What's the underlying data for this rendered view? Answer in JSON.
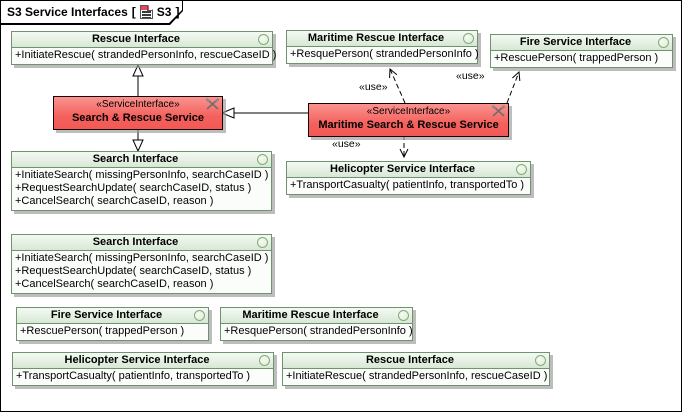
{
  "frame": {
    "title": "S3 Service Interfaces",
    "bracket_open": "[",
    "diagram_ref": "S3",
    "bracket_close": "]"
  },
  "services": [
    {
      "stereotype": "«ServiceInterface»",
      "name": "Search & Rescue Service"
    },
    {
      "stereotype": "«ServiceInterface»",
      "name": "Maritime Search & Rescue Service"
    }
  ],
  "interfaces": [
    {
      "title": "Rescue Interface",
      "operations": [
        "+InitiateRescue( strandedPersonInfo, rescueCaseID )"
      ]
    },
    {
      "title": "Maritime Rescue Interface",
      "operations": [
        "+ResquePerson( strandedPersonInfo )"
      ]
    },
    {
      "title": "Fire Service Interface",
      "operations": [
        "+RescuePerson( trappedPerson )"
      ]
    },
    {
      "title": "Search Interface",
      "operations": [
        "+InitiateSearch( missingPersonInfo, searchCaseID )",
        "+RequestSearchUpdate( searchCaseID, status )",
        "+CancelSearch( searchCaseID, reason )"
      ]
    },
    {
      "title": "Helicopter Service Interface",
      "operations": [
        "+TransportCasualty( patientInfo, transportedTo )"
      ]
    },
    {
      "title": "Search Interface",
      "operations": [
        "+InitiateSearch( missingPersonInfo, searchCaseID )",
        "+RequestSearchUpdate( searchCaseID, status )",
        "+CancelSearch( searchCaseID, reason )"
      ]
    },
    {
      "title": "Fire Service Interface",
      "operations": [
        "+RescuePerson( trappedPerson )"
      ]
    },
    {
      "title": "Maritime Rescue Interface",
      "operations": [
        "+ResquePerson( strandedPersonInfo )"
      ]
    },
    {
      "title": "Helicopter Service Interface",
      "operations": [
        "+TransportCasualty( patientInfo, transportedTo )"
      ]
    },
    {
      "title": "Rescue Interface",
      "operations": [
        "+InitiateRescue( strandedPersonInfo, rescueCaseID )"
      ]
    }
  ],
  "edges": {
    "use_label": "«use»"
  },
  "icons": {
    "interface_ball": "circle-outline",
    "service_tools": "crossed-hammers",
    "tab_diagram": "diagram-grid-with-fold"
  },
  "colors": {
    "interface_border": "#70926e",
    "interface_header": "#d7e8d5",
    "service_fill": "#f4615d",
    "shadow": "#9a9a9a",
    "line": "#000000"
  }
}
